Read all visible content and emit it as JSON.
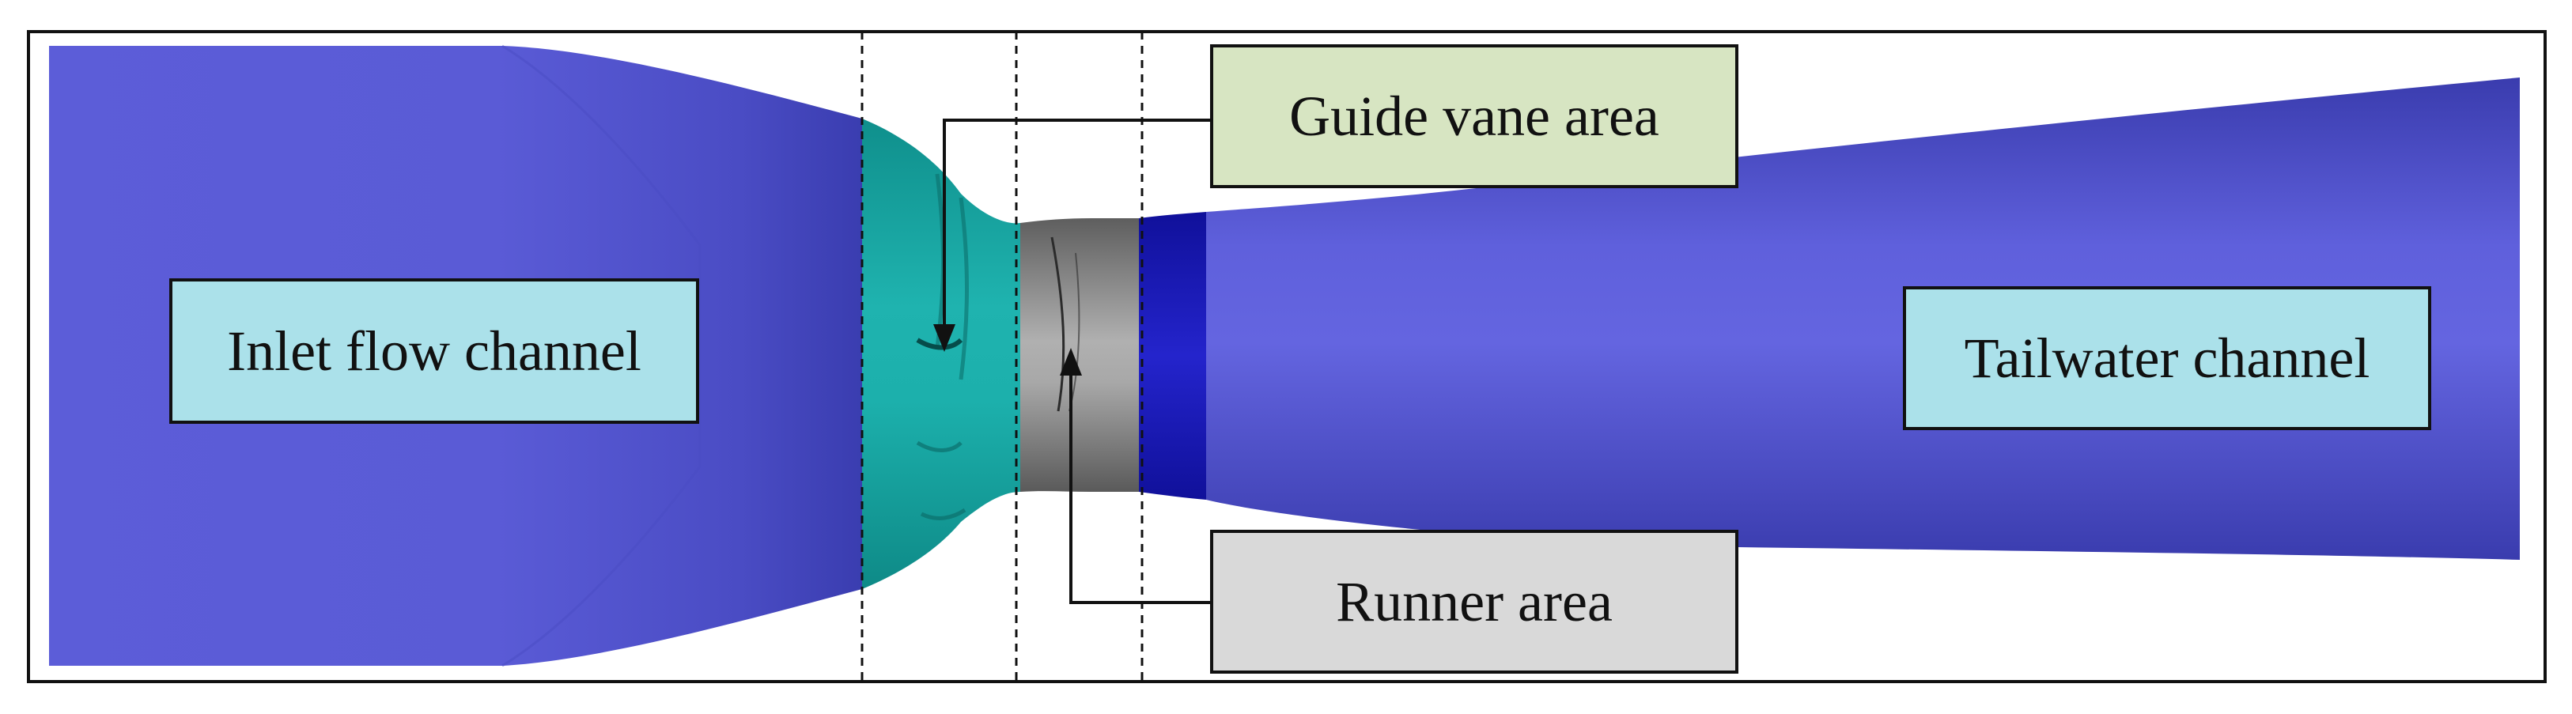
{
  "labels": {
    "inlet": "Inlet flow channel",
    "guide_vane": "Guide vane area",
    "runner": "Runner area",
    "tailwater": "Tailwater channel"
  },
  "colors": {
    "channel_blue": "#5b5cd6",
    "channel_shadow": "#3c3fae",
    "guide_vane_teal": "#17a6a3",
    "runner_gray": "#9a9a9a",
    "band_blue": "#1c1cbf",
    "guide_box_fill": "#d7e5c2",
    "runner_box_fill": "#d9d9d9",
    "channel_box_fill": "#abe1ea"
  }
}
